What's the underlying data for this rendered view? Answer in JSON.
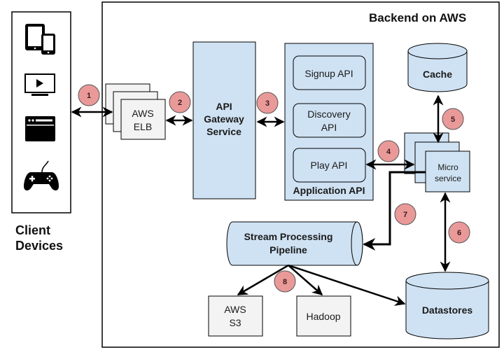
{
  "colors": {
    "box_fill": "#cfe2f3",
    "gray_fill": "#f3f3f3",
    "badge_fill": "#ea9999",
    "stroke": "#000000"
  },
  "client": {
    "label_line1": "Client",
    "label_line2": "Devices",
    "icons": [
      "tablet-phone-icon",
      "tv-play-icon",
      "browser-window-icon",
      "gamepad-icon"
    ]
  },
  "backend": {
    "title": "Backend on AWS"
  },
  "nodes": {
    "elb": {
      "line1": "AWS",
      "line2": "ELB"
    },
    "gateway": {
      "line1": "API",
      "line2": "Gateway",
      "line3": "Service"
    },
    "app_api": {
      "title": "Application API",
      "signup": "Signup API",
      "discovery_line1": "Discovery",
      "discovery_line2": "API",
      "play": "Play API"
    },
    "cache": "Cache",
    "microservice": {
      "line1": "Micro",
      "line2": "service"
    },
    "stream": {
      "line1": "Stream Processing",
      "line2": "Pipeline"
    },
    "s3": {
      "line1": "AWS",
      "line2": "S3"
    },
    "hadoop": "Hadoop",
    "datastores": "Datastores"
  },
  "badges": [
    "1",
    "2",
    "3",
    "4",
    "5",
    "6",
    "7",
    "8"
  ]
}
